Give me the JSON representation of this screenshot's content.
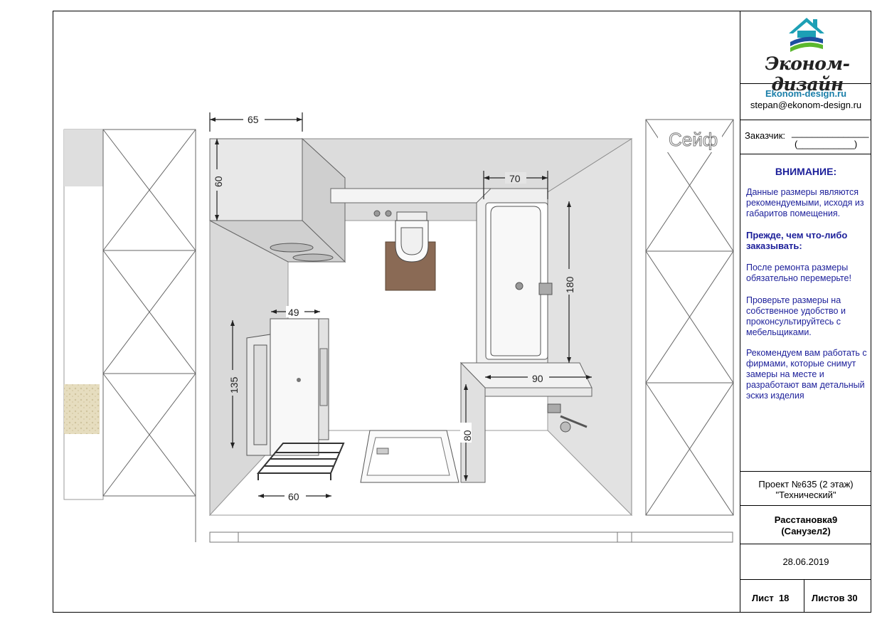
{
  "company": {
    "name": "Эконом-дизайн",
    "site": "Ekonom-design.ru",
    "email": "stepan@ekonom-design.ru",
    "colors": {
      "roof": "#1da0b5",
      "wave_blue": "#1d4fa0",
      "wave_green": "#5cb82e",
      "accent_text": "#1c1f9a"
    }
  },
  "customer": {
    "label": "Заказчик:",
    "line": "_______________",
    "paren": "(___________)"
  },
  "notice": {
    "title": "ВНИМАНИЕ:",
    "p1": "Данные размеры являются рекомендуемыми, исходя из габаритов помещения.",
    "p2": "Прежде, чем что-либо заказывать:",
    "p3": "После ремонта размеры обязательно перемерьте!",
    "p4": "Проверьте размеры на собственное удобство и проконсультируйтесь с мебельщиками.",
    "p5": "Рекомендуем вам работать с фирмами, которые снимут замеры на месте и разработают вам детальный эскиз изделия"
  },
  "project": {
    "line1": "Проект №635 (2 этаж)",
    "line2": "\"Технический\""
  },
  "layout_title": {
    "line1": "Расстановка9",
    "line2": "(Санузел2)"
  },
  "date": "28.06.2019",
  "sheet": {
    "label": "Лист",
    "number": "18",
    "total_label": "Листов",
    "total": "30"
  },
  "drawing": {
    "safe_label": "Сейф",
    "dimensions": {
      "cabinet_width": "65",
      "cabinet_depth": "60",
      "bath_width": "70",
      "bath_length": "180",
      "vanity_depth": "49",
      "vanity_length": "135",
      "shelf_length": "90",
      "shelf_height": "80",
      "rack_width": "60"
    }
  }
}
